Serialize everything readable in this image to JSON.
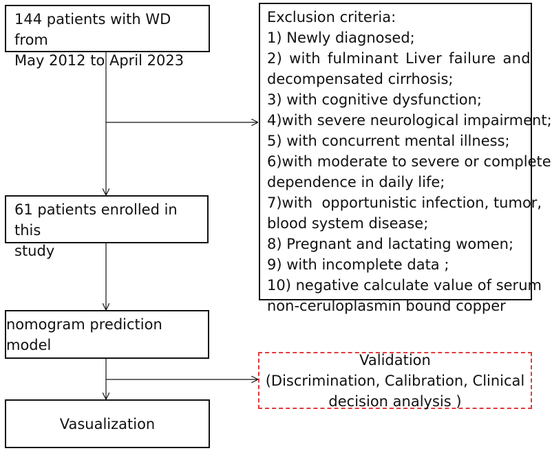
{
  "start_box": {
    "lines": [
      "144 patients with WD from",
      "May 2012 to April 2023"
    ]
  },
  "exclusion_box": {
    "title": "Exclusion criteria:",
    "lines": [
      "1) Newly diagnosed;",
      "2) with fulminant Liver failure and",
      "decompensated cirrhosis;",
      "3) with cognitive dysfunction;",
      "4)with severe neurological impairment;",
      "5) with concurrent mental illness;",
      "6)with moderate to severe or complete",
      "dependence in daily life;",
      "7)with  opportunistic infection, tumor,",
      "blood system disease;",
      "8) Pregnant and lactating women;",
      "9) with incomplete data ;",
      "10) negative calculate value of serum",
      "non-ceruloplasmin bound copper"
    ]
  },
  "enrolled_box": {
    "lines": [
      "61 patients enrolled in this",
      "study"
    ]
  },
  "model_box": {
    "label": "nomogram prediction model"
  },
  "validation_box": {
    "lines": [
      "Validation",
      "(Discrimination, Calibration, Clinical",
      "decision analysis )"
    ],
    "border_color": "#e23a3a"
  },
  "visual_box": {
    "label": "Vasualization"
  }
}
